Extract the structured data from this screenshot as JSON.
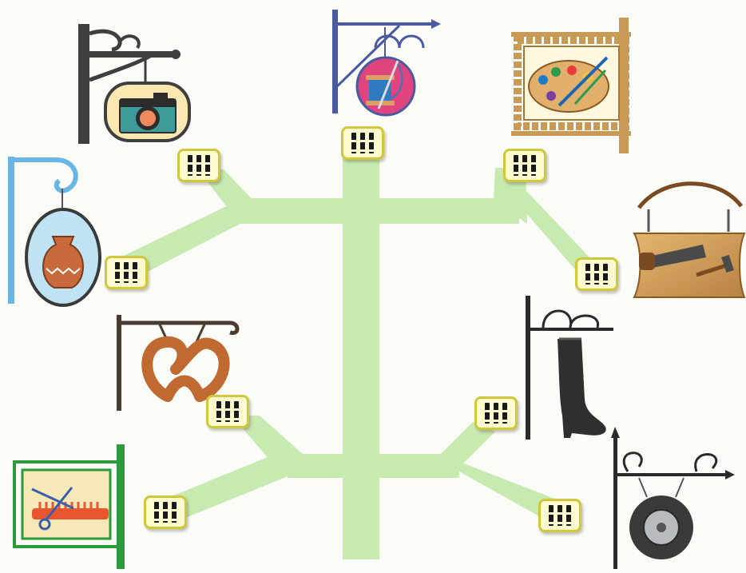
{
  "diagram": {
    "kind": "tree-puzzle",
    "lock_count": 9,
    "colors": {
      "path": "#c7eab0",
      "lock_fill": "#fffbd0",
      "lock_border": "#cfc83a",
      "lock_digit": "#1a1a1a"
    },
    "signs": [
      {
        "id": "photo",
        "icon": "camera-icon"
      },
      {
        "id": "sewing",
        "icon": "thread-spool-needle-icon"
      },
      {
        "id": "art",
        "icon": "paint-palette-icon"
      },
      {
        "id": "pottery",
        "icon": "vase-icon"
      },
      {
        "id": "carpentry",
        "icon": "saw-hammer-icon"
      },
      {
        "id": "bakery",
        "icon": "pretzel-icon"
      },
      {
        "id": "shoes",
        "icon": "boot-icon"
      },
      {
        "id": "barber",
        "icon": "scissors-comb-icon"
      },
      {
        "id": "tyres",
        "icon": "tire-icon"
      }
    ]
  }
}
